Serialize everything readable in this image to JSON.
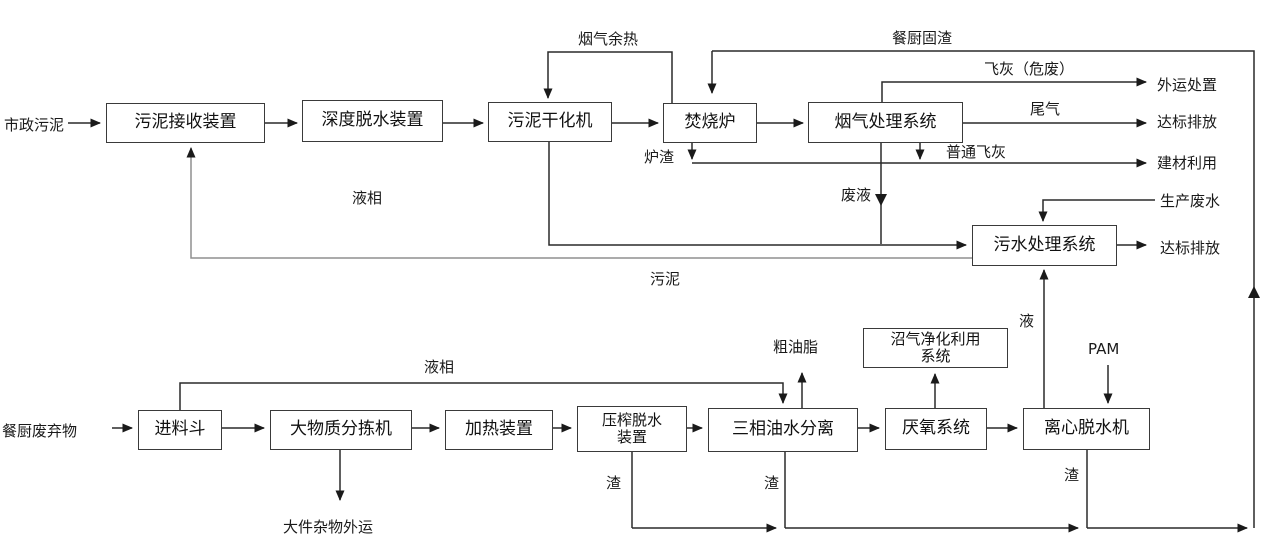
{
  "diagram": {
    "title": "sludge-and-kitchen-waste-treatment-process-flow",
    "top": {
      "input_label": "市政污泥",
      "boxes": {
        "receiving": "污泥接收装置",
        "dewatering": "深度脱水装置",
        "dryer": "污泥干化机",
        "incinerator": "焚烧炉",
        "flue_gas": "烟气处理系统",
        "sewage": "污水处理系统"
      },
      "streams": {
        "waste_heat": "烟气余热",
        "kitchen_residue": "餐厨固渣",
        "fly_ash_hazard": "飞灰（危废）",
        "tail_gas": "尾气",
        "ordinary_fly_ash": "普通飞灰",
        "slag": "炉渣",
        "waste_liquid": "废液",
        "production_wastewater": "生产废水",
        "liquid_phase": "液相",
        "sludge": "污泥"
      },
      "outputs": {
        "offsite_disposal": "外运处置",
        "discharge_1": "达标排放",
        "building_material": "建材利用",
        "discharge_2": "达标排放"
      }
    },
    "bottom": {
      "input_label": "餐厨废弃物",
      "boxes": {
        "hopper": "进料斗",
        "sorter": "大物质分拣机",
        "heater": "加热装置",
        "press_line1": "压榨脱水",
        "press_line2": "装置",
        "three_phase": "三相油水分离",
        "anaerobic": "厌氧系统",
        "centrifuge": "离心脱水机",
        "biogas_line1": "沼气净化利用",
        "biogas_line2": "系统"
      },
      "streams": {
        "liquid_phase": "液相",
        "crude_oil": "粗油脂",
        "residue_1": "渣",
        "residue_2": "渣",
        "residue_3": "渣",
        "liquid": "液",
        "pam": "PAM",
        "bulky_waste": "大件杂物外运"
      }
    },
    "colors": {
      "line": "#2a2a2a",
      "gray_line": "#8f8f8f",
      "box_border": "#3a3a3a",
      "background": "#ffffff"
    }
  }
}
